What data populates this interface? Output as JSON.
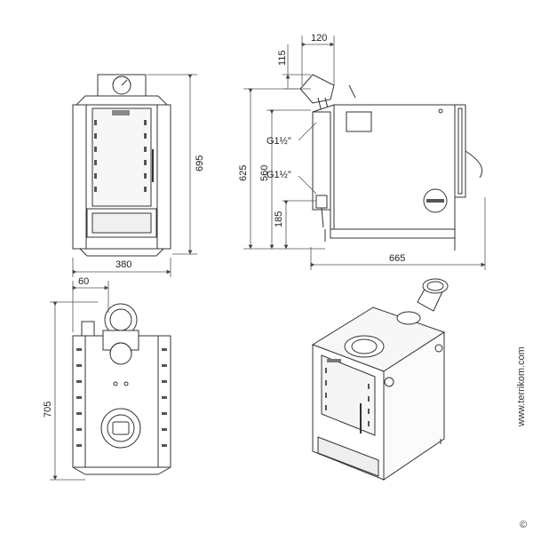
{
  "front_view": {
    "width": "380",
    "height": "695"
  },
  "side_view": {
    "length": "665",
    "height_total": "625",
    "height_mid": "560",
    "height_low": "185",
    "flue_offset": "120",
    "flue_height": "115",
    "connection_upper": "G1½\"",
    "connection_lower": "G1½\""
  },
  "top_view": {
    "flue_offset": "60",
    "depth": "705"
  },
  "watermark": {
    "symbol": "©",
    "text": "www.terrikom.com"
  },
  "colors": {
    "line": "#333333",
    "dim": "#555555",
    "panel": "#f4f4f4"
  }
}
